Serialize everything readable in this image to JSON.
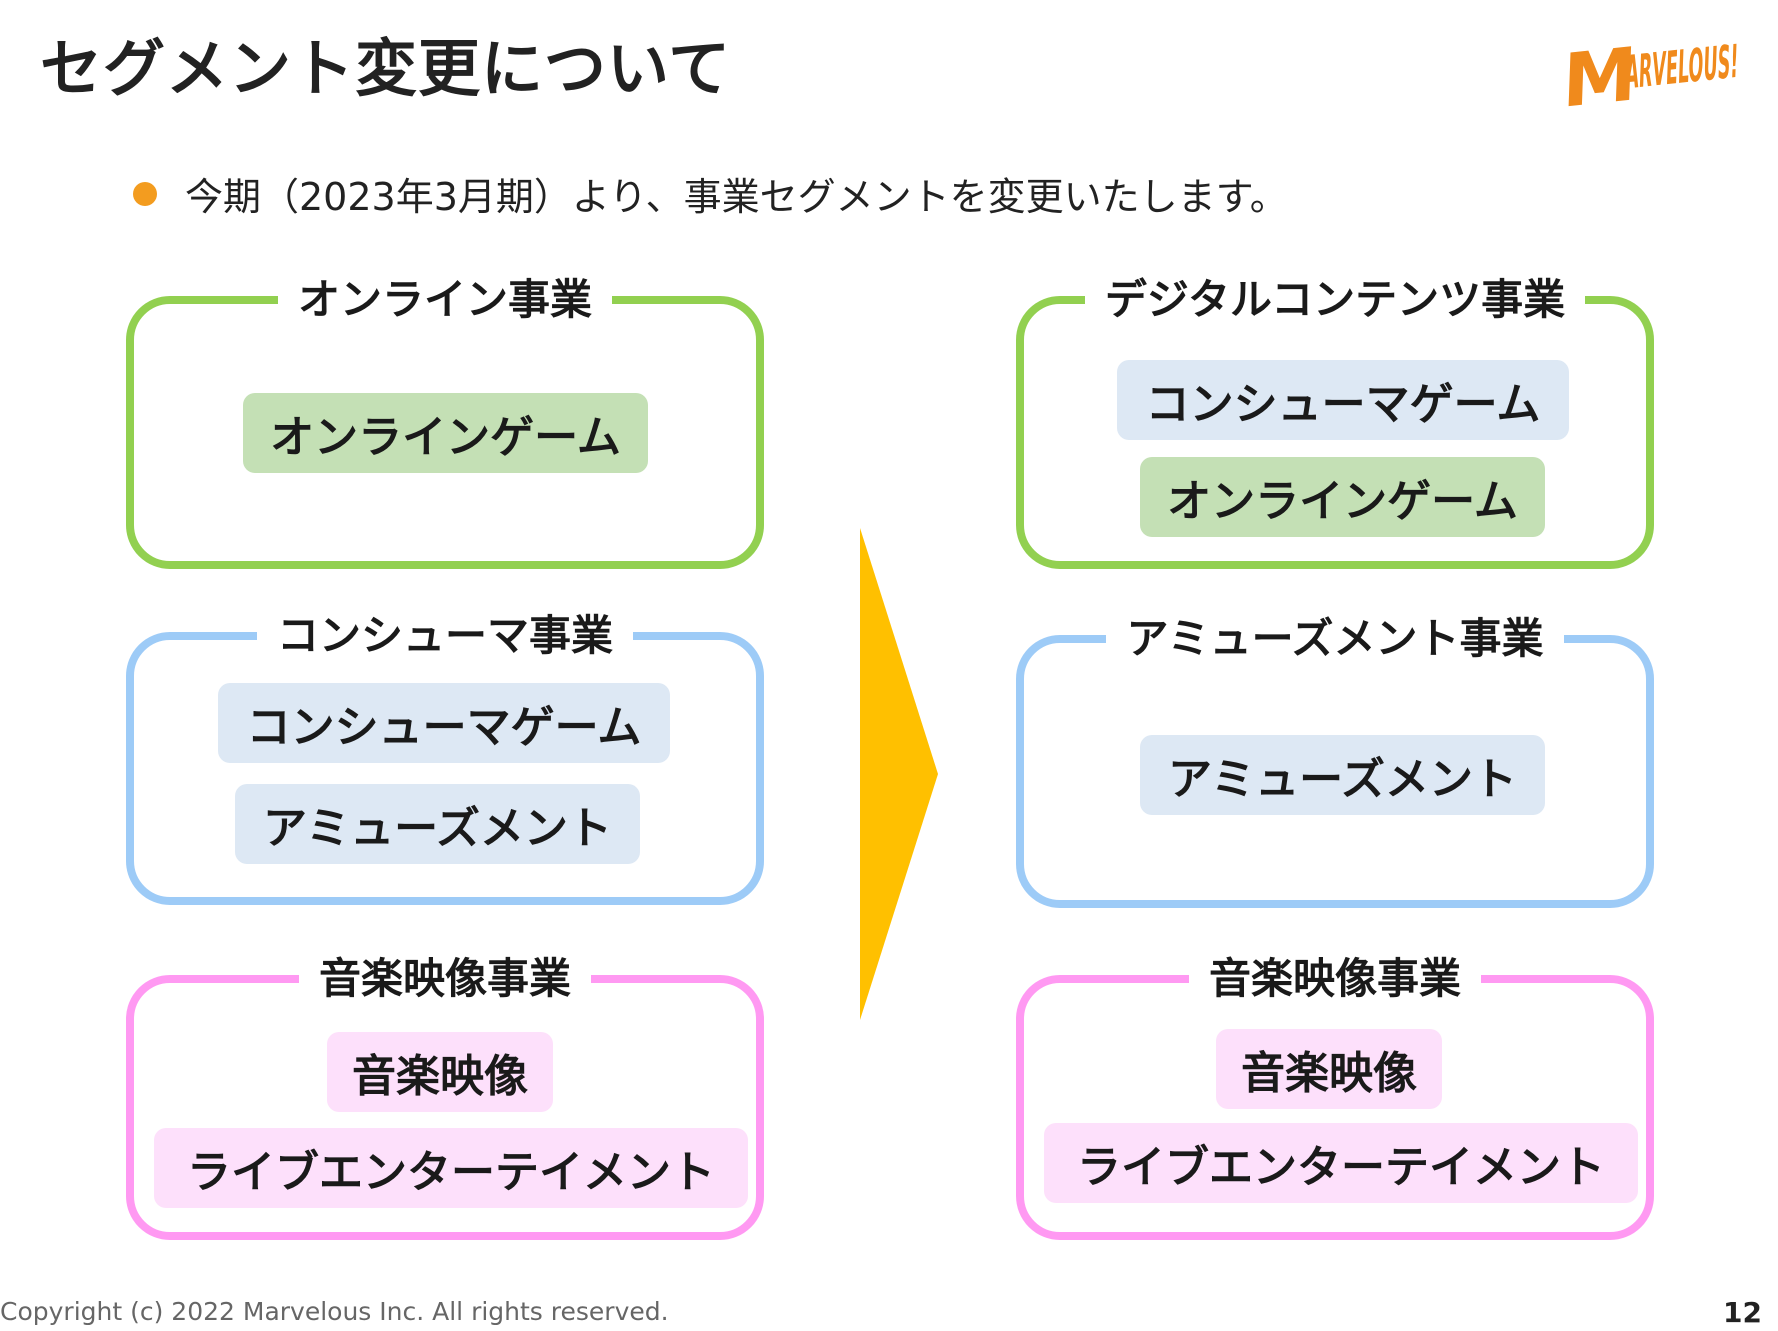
{
  "header": {
    "title": "セグメント変更について",
    "logo_text": "MARVELOUS!"
  },
  "bullet": {
    "text": "今期（2023年3月期）より、事業セグメントを変更いたします。"
  },
  "colors": {
    "accent_orange": "#f39c1f",
    "arrow": "#ffc000",
    "online_border": "#92d050",
    "consumer_border": "#9dcbf7",
    "music_border": "#ff99f2"
  },
  "before": {
    "online": {
      "title": "オンライン事業",
      "items": [
        "オンラインゲーム"
      ]
    },
    "consumer": {
      "title": "コンシューマ事業",
      "items": [
        "コンシューマゲーム",
        "アミューズメント"
      ]
    },
    "music": {
      "title": "音楽映像事業",
      "items": [
        "音楽映像",
        "ライブエンターテイメント"
      ]
    }
  },
  "after": {
    "digital": {
      "title": "デジタルコンテンツ事業",
      "items": [
        "コンシューマゲーム",
        "オンラインゲーム"
      ]
    },
    "amusement": {
      "title": "アミューズメント事業",
      "items": [
        "アミューズメント"
      ]
    },
    "music": {
      "title": "音楽映像事業",
      "items": [
        "音楽映像",
        "ライブエンターテイメント"
      ]
    }
  },
  "footer": {
    "copyright": "Copyright (c) 2022 Marvelous Inc. All rights reserved.",
    "page_number": "12"
  }
}
